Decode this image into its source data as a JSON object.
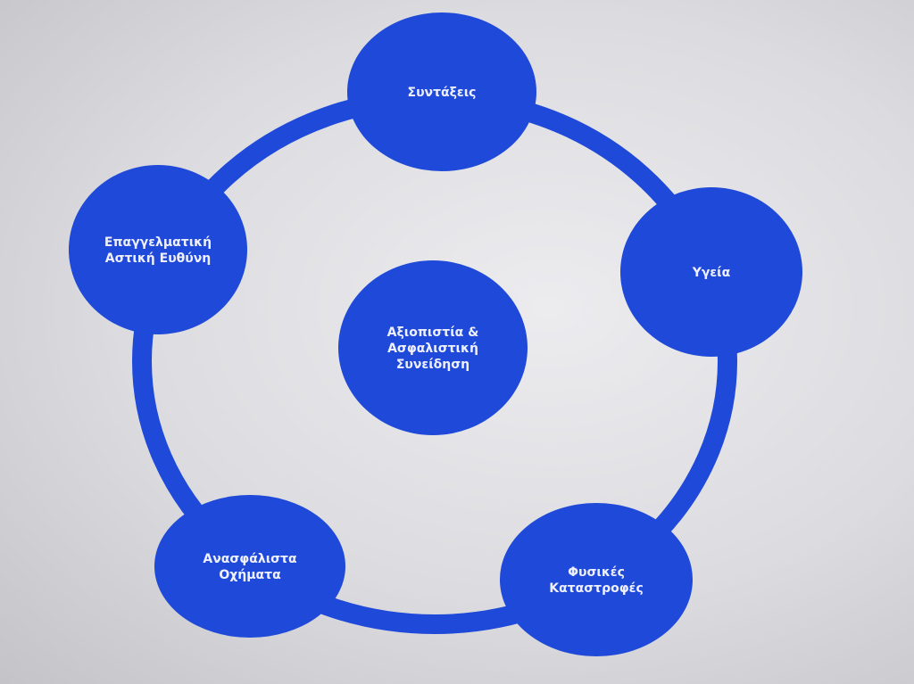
{
  "colors": {
    "node": "#1f49d8",
    "ring": "#1f49d8",
    "text": "#eef0ff"
  },
  "center": {
    "lines": [
      "Αξιοπιστία &",
      "Ασφαλιστική",
      "Συνείδηση"
    ]
  },
  "nodes": [
    {
      "id": "syntaxeis",
      "lines": [
        "Συντάξεις"
      ]
    },
    {
      "id": "ygeia",
      "lines": [
        "Υγεία"
      ]
    },
    {
      "id": "fysikes",
      "lines": [
        "Φυσικές",
        "Καταστροφές"
      ]
    },
    {
      "id": "anasfalista",
      "lines": [
        "Ανασφάλιστα",
        "Οχήματα"
      ]
    },
    {
      "id": "epaggelmatiki",
      "lines": [
        "Επαγγελματική",
        "Αστική Ευθύνη"
      ]
    }
  ]
}
